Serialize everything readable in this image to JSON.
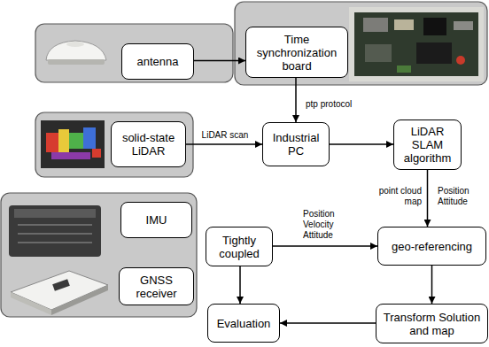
{
  "diagram": {
    "nodes": [
      {
        "text": [
          "antenna"
        ]
      },
      {
        "text": [
          "Time synchronization board"
        ]
      },
      {
        "text": [
          "solid-state LiDAR"
        ]
      },
      {
        "text": [
          "Industrial PC"
        ]
      },
      {
        "text": [
          "LiDAR SLAM algorithm"
        ]
      },
      {
        "text": [
          "IMU"
        ]
      },
      {
        "text": [
          "GNSS receiver"
        ]
      },
      {
        "text": [
          "Tightly coupled"
        ]
      },
      {
        "text": [
          "geo-referencing"
        ]
      },
      {
        "text": [
          "Evaluation"
        ]
      },
      {
        "text": [
          "Transform Solution and map"
        ]
      }
    ],
    "edges": [
      {
        "from": 0,
        "to": 1,
        "arrow": "to"
      },
      {
        "from": 1,
        "to": 3,
        "arrow": "to",
        "label": "ptp protocol"
      },
      {
        "from": 2,
        "to": 3,
        "arrow": "to",
        "label": "LiDAR scan"
      },
      {
        "from": 3,
        "to": 4,
        "arrow": "to"
      },
      {
        "from": 4,
        "to": 8,
        "arrow": "to",
        "label": "Position Attitude"
      },
      {
        "from": 7,
        "to": 8,
        "arrow": "to",
        "label": "Position Velocity Attitude"
      },
      {
        "from": 7,
        "to": 9,
        "arrow": "to"
      },
      {
        "from": 8,
        "to": 10,
        "arrow": "to"
      },
      {
        "from": 10,
        "to": 9,
        "arrow": "to"
      }
    ],
    "labels": [
      "point cloud map"
    ]
  }
}
